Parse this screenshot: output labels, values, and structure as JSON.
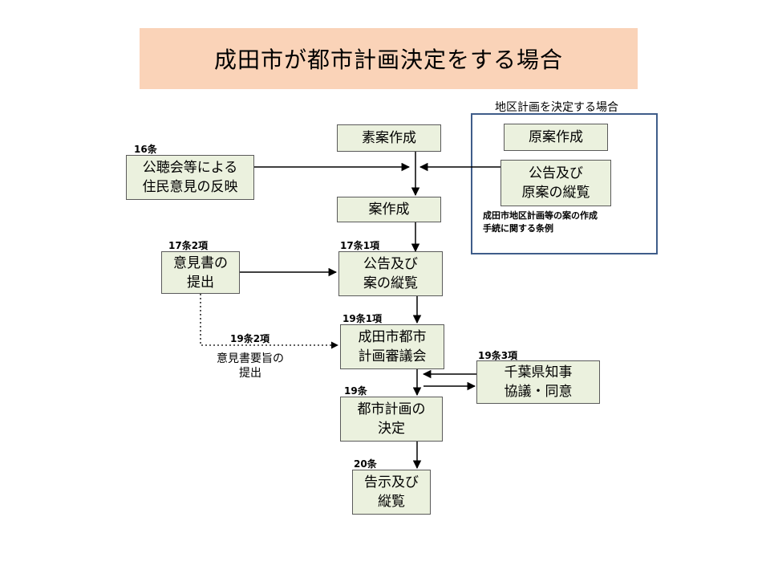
{
  "title": "成田市が都市計画決定をする場合",
  "district_frame": {
    "title": "地区計画を決定する場合",
    "note": "成田市地区計画等の案の作成\n手続に関する条例"
  },
  "boxes": {
    "soan": "素案作成",
    "kochokai": "公聴会等による\n住民意見の反映",
    "an": "案作成",
    "ikensho": "意見書の\n提出",
    "kokoku_an": "公告及び\n案の縦覧",
    "shingikai": "成田市都市\n計画審議会",
    "chiji": "千葉県知事\n協議・同意",
    "kettei": "都市計画の\n決定",
    "kokuji": "告示及び\n縦覧",
    "genan": "原案作成",
    "kokoku_genan": "公告及び\n原案の縦覧"
  },
  "labels": {
    "art16": "16条",
    "art17_2": "17条2項",
    "art17_1": "17条1項",
    "art19_1": "19条1項",
    "art19_2": "19条2項",
    "art19_3": "19条3項",
    "art19": "19条",
    "art20": "20条"
  },
  "dotted_note": "意見書要旨の\n提出",
  "colors": {
    "banner": "#fad3b8",
    "box_fill": "#ebf1de",
    "box_border": "#5a5a5a",
    "frame_border": "#3f5d8a"
  }
}
